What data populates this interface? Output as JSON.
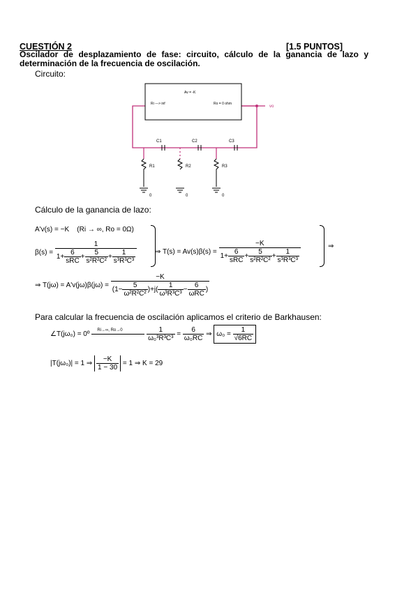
{
  "header": {
    "question": "CUESTIÓN 2",
    "points": "[1.5 PUNTOS]",
    "title": "Oscilador de desplazamiento de fase: circuito, cálculo de la ganancia de lazo y determinación de la frecuencia de oscilación."
  },
  "circuit": {
    "label": "Circuito:",
    "amp_gain": "Av = -K",
    "input_res": "Ri ---> inf",
    "output_res": "Ro = 0 ohm",
    "output_node": "vo",
    "capacitors": [
      "C1",
      "C2",
      "C3"
    ],
    "resistors": [
      "R1",
      "R2",
      "R3"
    ],
    "grounds": [
      "0",
      "0",
      "0"
    ]
  },
  "loop_gain": {
    "label": "Cálculo de la ganancia de lazo:",
    "av": "A'v(s) = −K",
    "cond": "(Ri → ∞, Ro = 0Ω)",
    "beta_lhs": "β(s) =",
    "one": "1",
    "t1n": "6",
    "t1d": "sRC",
    "t2n": "5",
    "t2d": "s²R²C²",
    "t3n": "1",
    "t3d": "s³R³C³",
    "ts_lhs": "⇒ T(s) = Av(s)β(s) =",
    "mk": "−K",
    "arrow": "⇒",
    "tjw_lhs": "⇒ T(jω) = A'v(jω)β(jω) =",
    "j_real_n": "5",
    "j_real_d": "ω²R²C²",
    "j_imag1_n": "1",
    "j_imag1_d": "ω³R³C³",
    "j_imag2_n": "6",
    "j_imag2_d": "ωRC"
  },
  "barkhausen": {
    "label": "Para calcular la frecuencia de oscilación aplicamos el criterio de Barkhausen:",
    "phase_lhs": "∠T(jω₀) = 0º",
    "arrow_note": "Ri→∞, Ro→0",
    "p1n": "1",
    "p1d": "ω₀³R³C³",
    "eq": "=",
    "p2n": "6",
    "p2d": "ω₀RC",
    "implies": "⇒",
    "w0": "ω₀ =",
    "w0n": "1",
    "w0d": "√6RC",
    "mag_lhs": "|T(jω₀)| = 1 ⇒",
    "mag_n": "−K",
    "mag_d": "1 − 30",
    "mag_rhs": "= 1 ⇒ K = 29"
  }
}
